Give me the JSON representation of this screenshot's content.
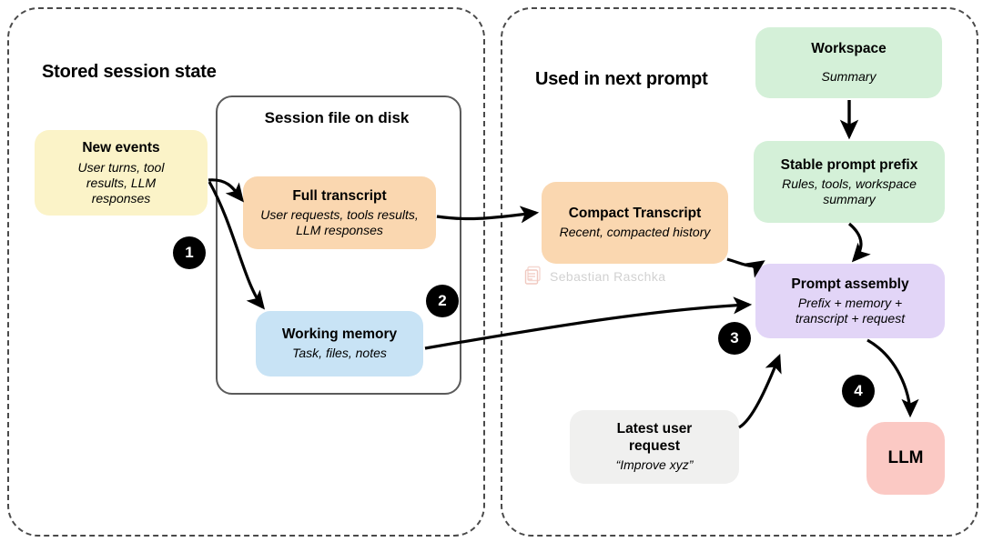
{
  "panels": [
    {
      "id": "stored",
      "title": "Stored session state"
    },
    {
      "id": "used",
      "title": "Used in next prompt"
    }
  ],
  "containers": [
    {
      "id": "session-file",
      "title": "Session file on disk"
    }
  ],
  "nodes": [
    {
      "id": "new-events",
      "title": "New events",
      "subtitle": "User turns, tool results, LLM responses",
      "color": "#fbf3c8"
    },
    {
      "id": "full-transcript",
      "title": "Full transcript",
      "subtitle": "User requests, tools results, LLM responses",
      "color": "#fad7b0"
    },
    {
      "id": "working-memory",
      "title": "Working memory",
      "subtitle": "Task, files, notes",
      "color": "#c8e3f5"
    },
    {
      "id": "compact-transcript",
      "title": "Compact Transcript",
      "subtitle": "Recent, compacted history",
      "color": "#fad7b0"
    },
    {
      "id": "workspace",
      "title": "Workspace",
      "subtitle": "Summary",
      "color": "#d4f0d8"
    },
    {
      "id": "stable-prefix",
      "title": "Stable prompt prefix",
      "subtitle": "Rules, tools, workspace summary",
      "color": "#d4f0d8"
    },
    {
      "id": "prompt-assembly",
      "title": "Prompt assembly",
      "subtitle": "Prefix + memory + transcript + request",
      "color": "#e2d5f7"
    },
    {
      "id": "latest-request",
      "title": "Latest user request",
      "subtitle": "“Improve xyz”",
      "color": "#f0f0ef"
    },
    {
      "id": "llm",
      "title": "LLM",
      "subtitle": "",
      "color": "#fbc9c4"
    }
  ],
  "step_badges": [
    {
      "id": "badge-1",
      "label": "1"
    },
    {
      "id": "badge-2",
      "label": "2"
    },
    {
      "id": "badge-3",
      "label": "3"
    },
    {
      "id": "badge-4",
      "label": "4"
    }
  ],
  "watermark": {
    "text": "Sebastian Raschka",
    "icon": "logo-icon",
    "color": "#9a9a9a"
  },
  "colors": {
    "panel_border": "#4a4a4a",
    "container_border": "#5a5a5a",
    "arrow": "#000000",
    "badge_bg": "#000000",
    "badge_text": "#ffffff"
  }
}
